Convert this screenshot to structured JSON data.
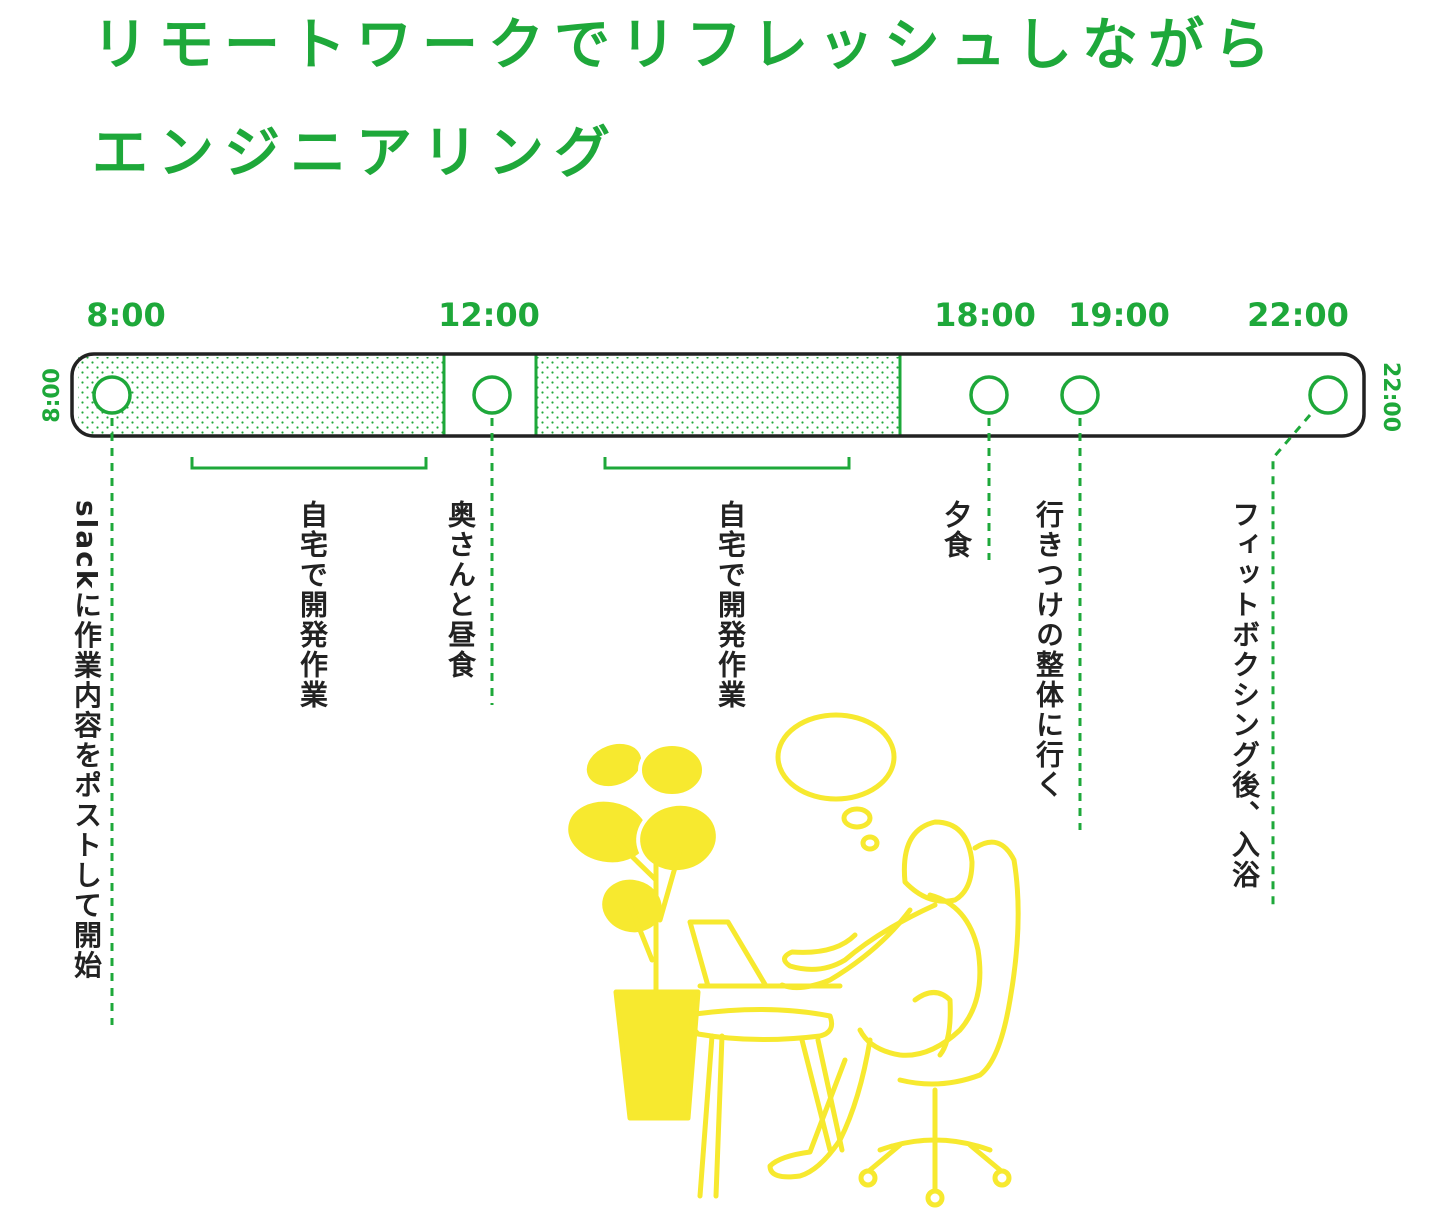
{
  "title": {
    "line1": "リモートワークでリフレッシュしながら",
    "line2": "エンジニアリング"
  },
  "times": [
    "8:00",
    "12:00",
    "18:00",
    "19:00",
    "22:00"
  ],
  "side_times": {
    "start": "8:00",
    "end": "22:00"
  },
  "events": [
    "slackに作業内容をポストして開始",
    "自宅で開発作業",
    "奥さんと昼食",
    "自宅で開発作業",
    "夕食",
    "行きつけの整体に行く",
    "フィットボクシング後、入浴"
  ],
  "colors": {
    "accent": "#1ea83a",
    "illustration": "#f7e92f",
    "line": "#222222"
  },
  "icons": {
    "illustration": "person-at-desk-with-plant-illustration"
  }
}
